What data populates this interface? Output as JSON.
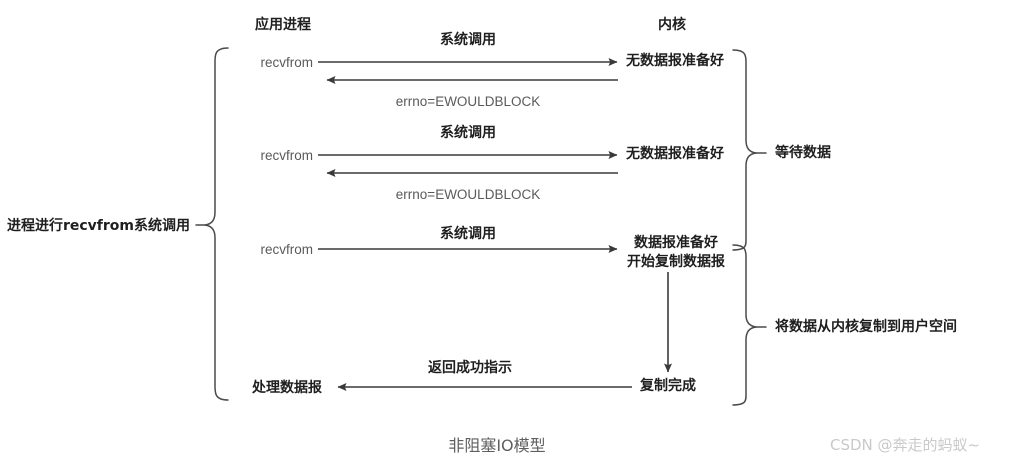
{
  "figure": {
    "caption": "非阻塞IO模型",
    "watermark": "CSDN @奔走的蚂蚁~"
  },
  "columns": {
    "left_header": "应用进程",
    "right_header": "内核"
  },
  "left_brace_label": "进程进行recvfrom系统调用",
  "right_brace_labels": {
    "wait": "等待数据",
    "copy": "将数据从内核复制到用户空间"
  },
  "rounds": [
    {
      "call_label": "recvfrom",
      "forward_label": "系统调用",
      "kernel_state": "无数据报准备好",
      "return_label": "errno=EWOULDBLOCK"
    },
    {
      "call_label": "recvfrom",
      "forward_label": "系统调用",
      "kernel_state": "无数据报准备好",
      "return_label": "errno=EWOULDBLOCK"
    },
    {
      "call_label": "recvfrom",
      "forward_label": "系统调用",
      "kernel_state_line1": "数据报准备好",
      "kernel_state_line2": "开始复制数据报"
    }
  ],
  "final": {
    "kernel_done": "复制完成",
    "return_label": "返回成功指示",
    "app_result": "处理数据报"
  },
  "colors": {
    "stroke": "#404040",
    "cjk_text": "#1f1f1f",
    "latin_text": "#5a5a5a",
    "caption": "#5f5f5f",
    "watermark": "#c9c9c9",
    "background": "#ffffff"
  }
}
